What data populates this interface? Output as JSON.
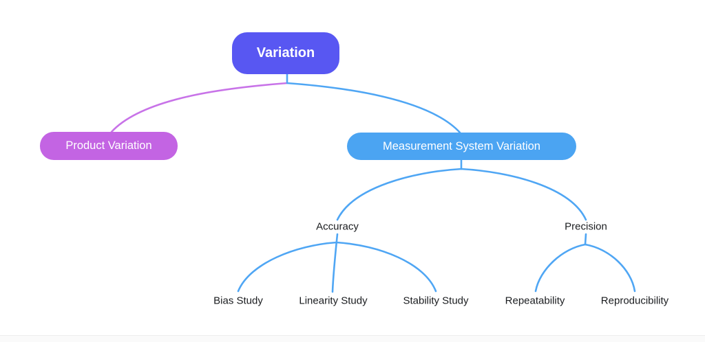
{
  "app": {
    "view": "mindmap-canvas",
    "background_color": "#ffffff"
  },
  "mindmap": {
    "nodes": {
      "variation": {
        "label": "Variation",
        "fill": "#5857F2",
        "text_color": "#ffffff",
        "level": 1
      },
      "product_variation": {
        "label": "Product Variation",
        "fill": "#C364E3",
        "text_color": "#ffffff",
        "level": 2
      },
      "measurement_system_variation": {
        "label": "Measurement System Variation",
        "fill": "#4BA4F2",
        "text_color": "#ffffff",
        "level": 2
      },
      "accuracy": {
        "label": "Accuracy",
        "text_color": "#1A1C1F",
        "level": 3
      },
      "precision": {
        "label": "Precision",
        "text_color": "#1A1C1F",
        "level": 3
      },
      "bias_study": {
        "label": "Bias Study",
        "text_color": "#1A1C1F",
        "level": 4
      },
      "linearity_study": {
        "label": "Linearity Study",
        "text_color": "#1A1C1F",
        "level": 4
      },
      "stability_study": {
        "label": "Stability Study",
        "text_color": "#1A1C1F",
        "level": 4
      },
      "repeatability": {
        "label": "Repeatability",
        "text_color": "#1A1C1F",
        "level": 4
      },
      "reproducibility": {
        "label": "Reproducibility",
        "text_color": "#1A1C1F",
        "level": 4
      }
    },
    "edges": [
      {
        "from": "variation",
        "to": "product_variation",
        "color": "#C873E8"
      },
      {
        "from": "variation",
        "to": "measurement_system_variation",
        "color": "#4FA6F4"
      },
      {
        "from": "measurement_system_variation",
        "to": "accuracy",
        "color": "#4FA6F4"
      },
      {
        "from": "measurement_system_variation",
        "to": "precision",
        "color": "#4FA6F4"
      },
      {
        "from": "accuracy",
        "to": "bias_study",
        "color": "#4FA6F4"
      },
      {
        "from": "accuracy",
        "to": "linearity_study",
        "color": "#4FA6F4"
      },
      {
        "from": "accuracy",
        "to": "stability_study",
        "color": "#4FA6F4"
      },
      {
        "from": "precision",
        "to": "repeatability",
        "color": "#4FA6F4"
      },
      {
        "from": "precision",
        "to": "reproducibility",
        "color": "#4FA6F4"
      }
    ],
    "edge_colors": {
      "blue": "#4FA6F4",
      "purple": "#C873E8"
    }
  }
}
